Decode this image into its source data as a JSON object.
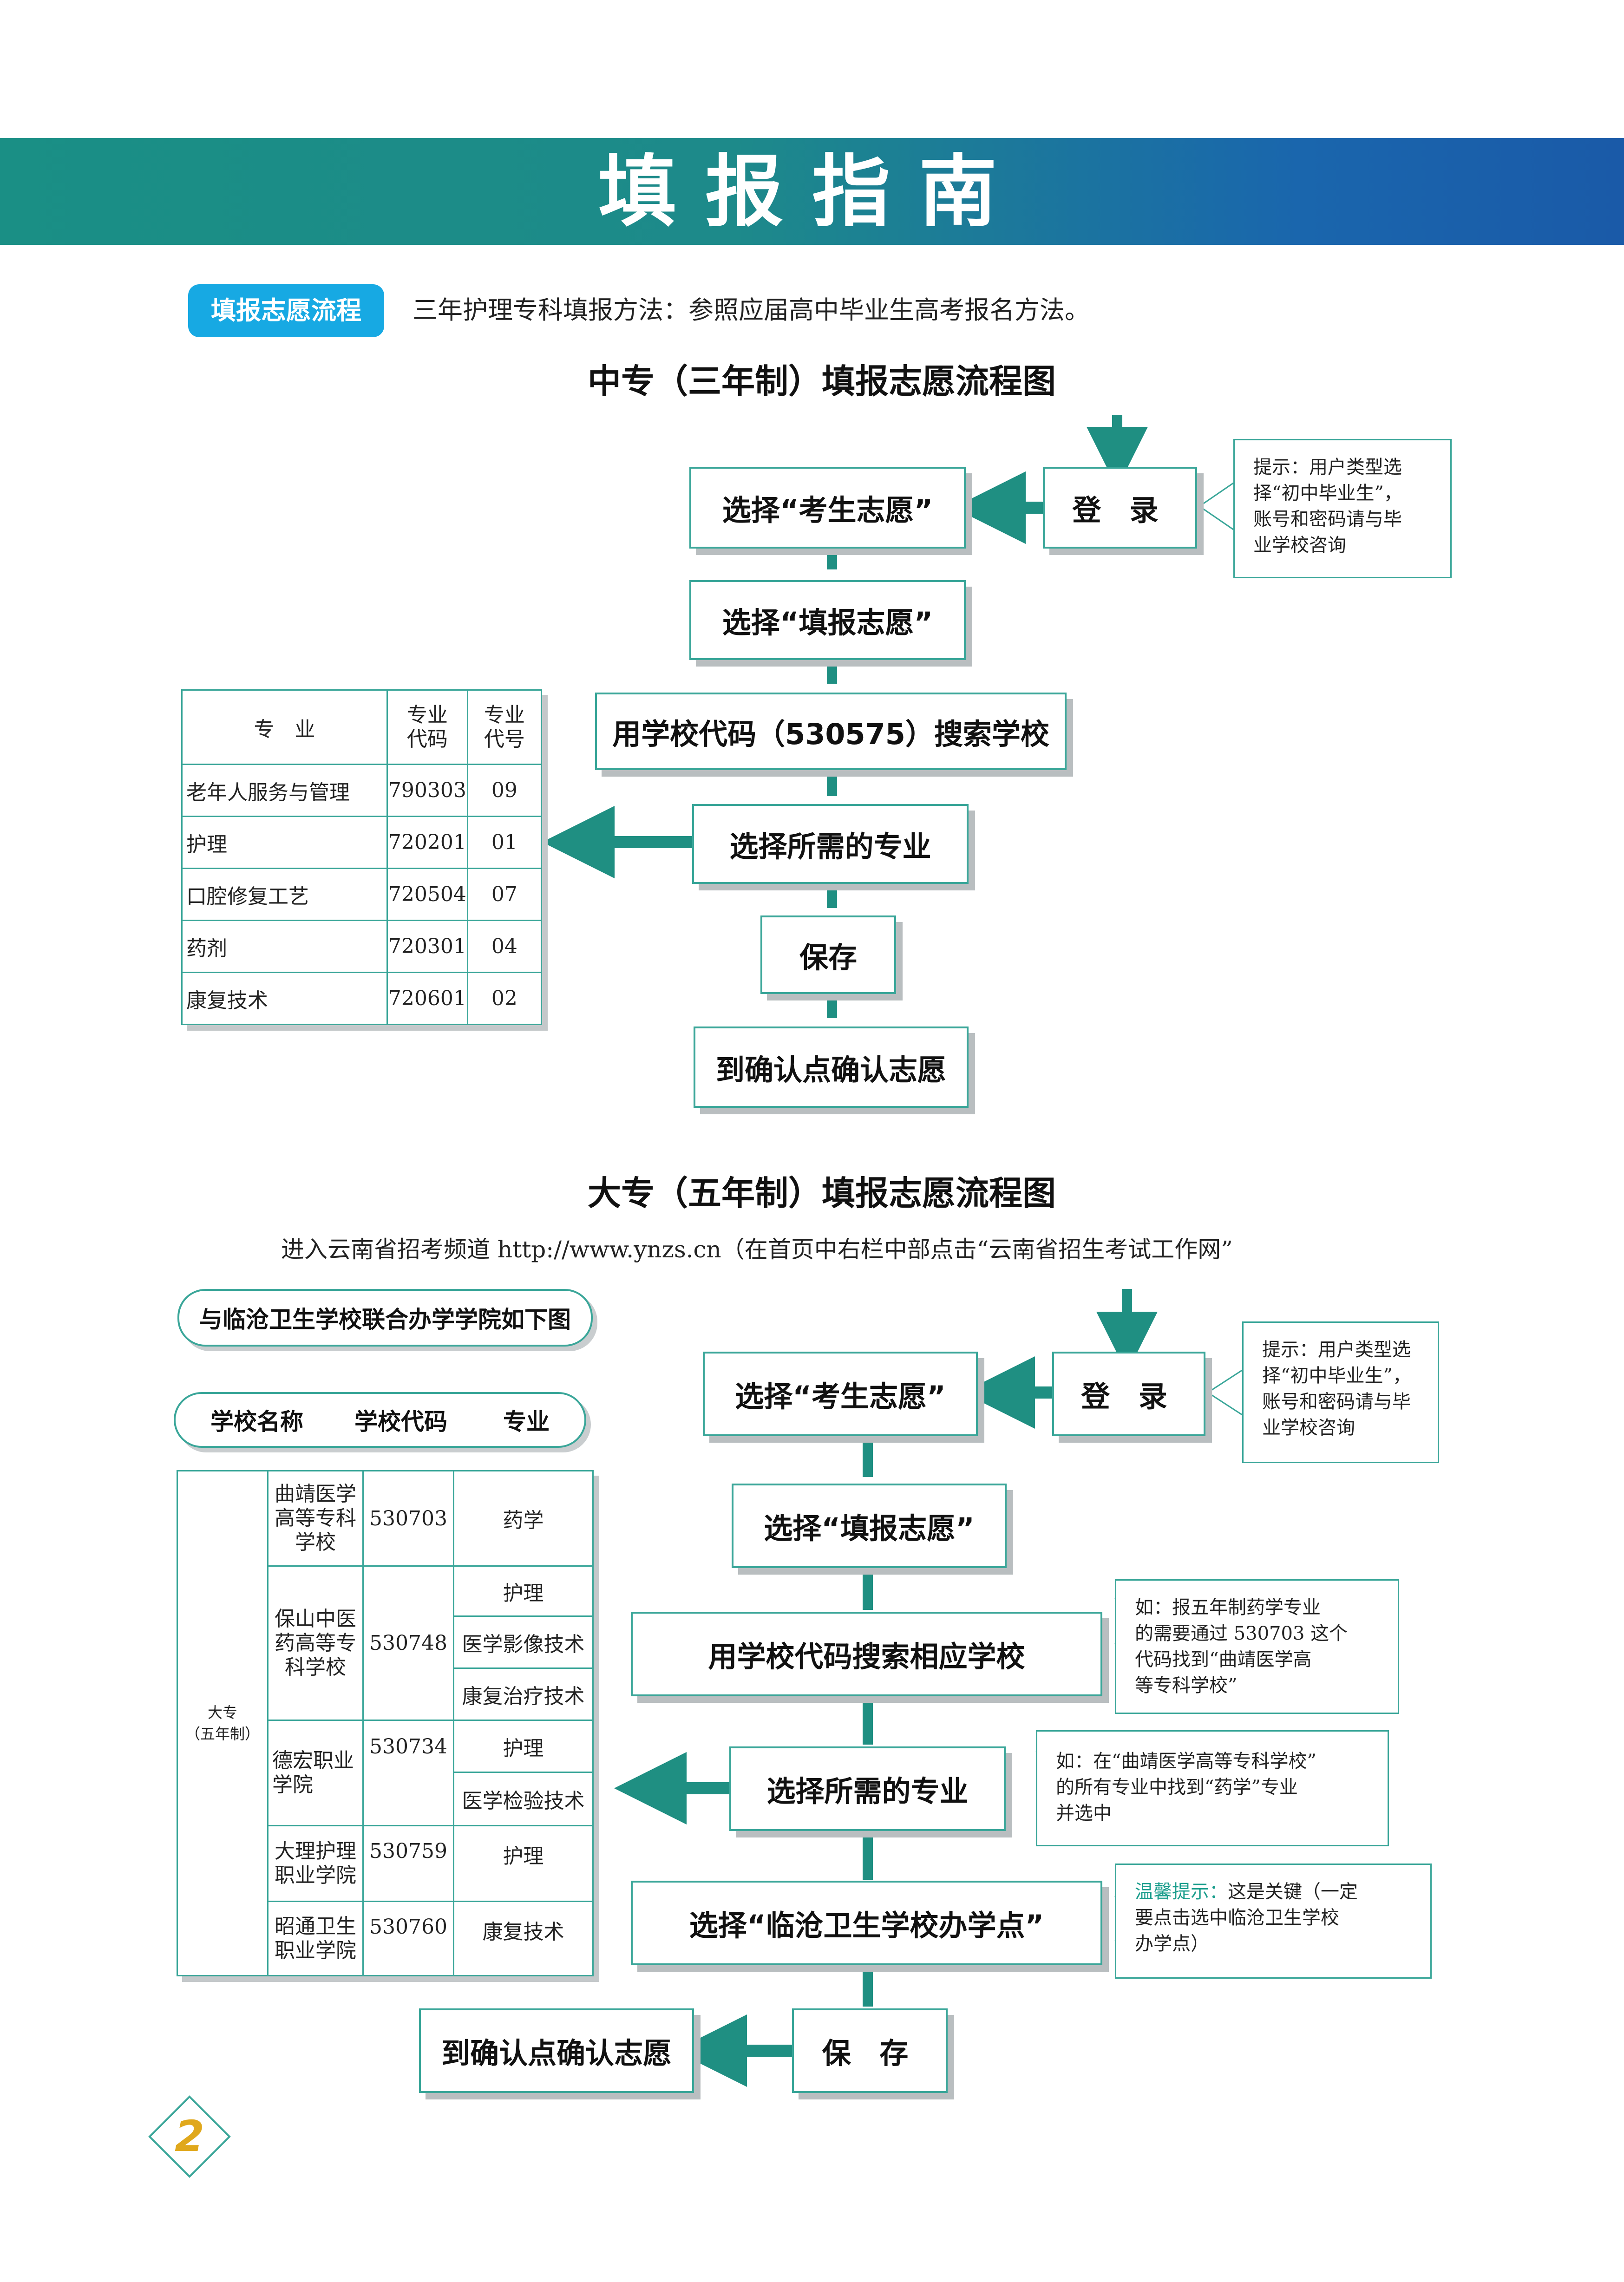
{
  "banner": {
    "title": "填报指南"
  },
  "intro": {
    "pill_label": "填报志愿流程",
    "text": "三年护理专科填报方法：参照应届高中毕业生高考报名方法。"
  },
  "flow1": {
    "title": "中专（三年制）填报志愿流程图",
    "login": "登 录",
    "select_wish": "选择“考生志愿”",
    "select_fill": "选择“填报志愿”",
    "search_school": "用学校代码（530575）搜索学校",
    "select_major": "选择所需的专业",
    "save": "保存",
    "confirm": "到确认点确认志愿",
    "note_lines": [
      "提示：用户类型选",
      "择“初中毕业生”，",
      "账号和密码请与毕",
      "业学校咨询"
    ],
    "table": {
      "headers": [
        "专　业",
        "专业\n代码",
        "专业\n代号"
      ],
      "rows": [
        [
          "老年人服务与管理",
          "790303",
          "09"
        ],
        [
          "护理",
          "720201",
          "01"
        ],
        [
          "口腔修复工艺",
          "720504",
          "07"
        ],
        [
          "药剂",
          "720301",
          "04"
        ],
        [
          "康复技术",
          "720601",
          "02"
        ]
      ]
    }
  },
  "flow2": {
    "title": "大专（五年制）填报志愿流程图",
    "subtitle": "进入云南省招考频道 http://www.ynzs.cn（在首页中右栏中部点击“云南省招生考试工作网”",
    "joint_label": "与临沧卫生学校联合办学学院如下图",
    "header_labels": [
      "学校名称",
      "学校代码",
      "专业"
    ],
    "login": "登 录",
    "select_wish": "选择“考生志愿”",
    "select_fill": "选择“填报志愿”",
    "search_school": "用学校代码搜索相应学校",
    "select_major": "选择所需的专业",
    "select_site": "选择“临沧卫生学校办学点”",
    "save": "保 存",
    "confirm": "到确认点确认志愿",
    "note_login_lines": [
      "提示：用户类型选",
      "择“初中毕业生”，",
      "账号和密码请与毕",
      "业学校咨询"
    ],
    "note_search_lines": [
      "如：报五年制药学专业",
      "的需要通过 530703 这个",
      "代码找到“曲靖医学高",
      "等专科学校”"
    ],
    "note_major_lines": [
      "如：在“曲靖医学高等专科学校”",
      "的所有专业中找到“药学”专业",
      "并选中"
    ],
    "note_site_highlight": "温馨提示：",
    "note_site_lines": [
      "这是关键（一定",
      "要点击选中临沧卫生学校",
      "办学点）"
    ],
    "table": {
      "category": "大专\n（五年制）",
      "schools": [
        {
          "name": "曲靖医学\n高等专科\n学校",
          "code": "530703",
          "majors": [
            "药学"
          ]
        },
        {
          "name": "保山中医\n药高等专\n科学校",
          "code": "530748",
          "majors": [
            "护理",
            "医学影像技术",
            "康复治疗技术"
          ]
        },
        {
          "name": "德宏职业\n学院",
          "code": "530734",
          "majors": [
            "护理",
            "医学检验技术"
          ]
        },
        {
          "name": "大理护理\n职业学院",
          "code": "530759",
          "majors": [
            "护理"
          ]
        },
        {
          "name": "昭通卫生\n职业学院",
          "code": "530760",
          "majors": [
            "康复技术"
          ]
        }
      ]
    }
  },
  "page_number": "2",
  "colors": {
    "banner_start": "#1a8f85",
    "banner_end": "#1a5aa8",
    "accent": "#3aa699",
    "pill": "#17a9e3",
    "page_number": "#e0a81c"
  }
}
